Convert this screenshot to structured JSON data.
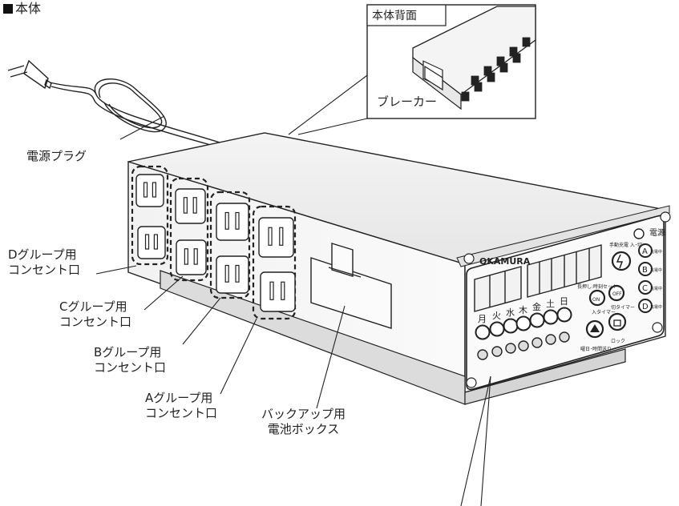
{
  "title": "本体",
  "inset": {
    "title": "本体背面",
    "breaker_label": "ブレーカー"
  },
  "labels": {
    "plug": "電源プラグ",
    "group_d": [
      "Dグループ用",
      "コンセント口"
    ],
    "group_c": [
      "Cグループ用",
      "コンセント口"
    ],
    "group_b": [
      "Bグループ用",
      "コンセント口"
    ],
    "group_a": [
      "Aグループ用",
      "コンセント口"
    ],
    "battery": [
      "バックアップ用",
      "電池ボックス"
    ]
  },
  "panel": {
    "brand": "OKAMURA",
    "power": "電源",
    "manual_charge": "手動充電 入･切",
    "long_press": "長押し:時刻セット",
    "on_timer": "入タイマー",
    "off_timer": "切タイマー",
    "day_time": "曜日･時間送り",
    "lock": "ロック",
    "on": "ON",
    "off": "OFF",
    "days": [
      "月",
      "火",
      "水",
      "木",
      "金",
      "土",
      "日"
    ],
    "charging": [
      {
        "letter": "A",
        "text": "充電中"
      },
      {
        "letter": "B",
        "text": "充電中"
      },
      {
        "letter": "C",
        "text": "充電中"
      },
      {
        "letter": "D",
        "text": "充電中"
      }
    ]
  }
}
